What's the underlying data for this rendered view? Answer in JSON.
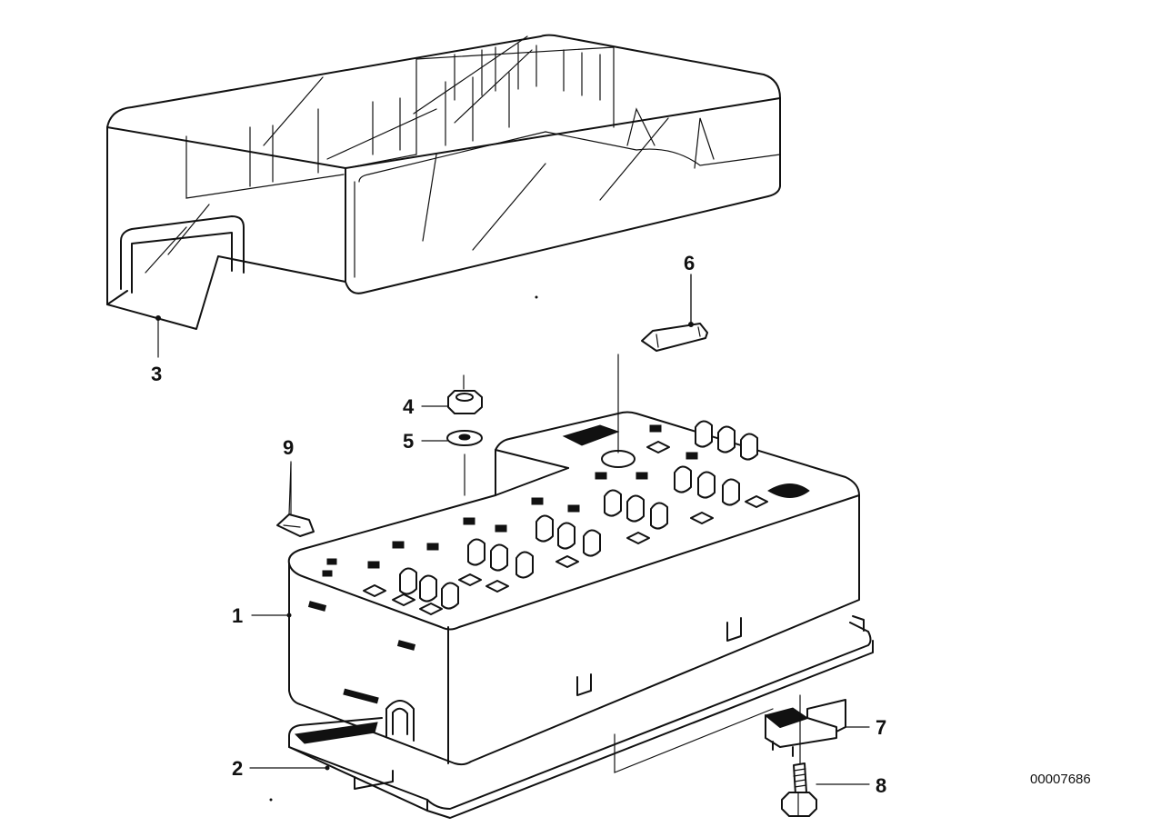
{
  "callouts": {
    "p1": "1",
    "p2": "2",
    "p3": "3",
    "p4": "4",
    "p5": "5",
    "p6": "6",
    "p7": "7",
    "p8": "8",
    "p9": "9"
  },
  "diagram_ref": "00007686"
}
